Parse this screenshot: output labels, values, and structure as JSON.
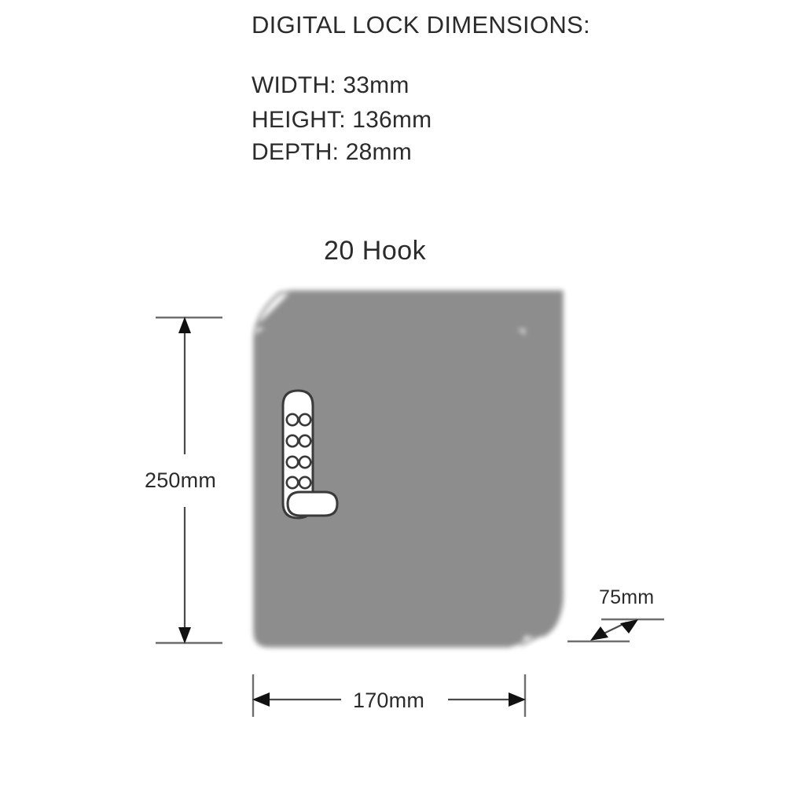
{
  "heading": {
    "title": "DIGITAL LOCK DIMENSIONS:"
  },
  "lock_specs": {
    "width_label": "WIDTH: 33mm",
    "height_label": "HEIGHT: 136mm",
    "depth_label": "DEPTH: 28mm"
  },
  "product": {
    "title": "20 Hook"
  },
  "cabinet_dimensions": {
    "height_label": "250mm",
    "width_label": "170mm",
    "depth_label": "75mm"
  },
  "icons": {
    "cabinet": "key-cabinet-icon",
    "keypad": "digital-keypad-icon",
    "handle": "lock-handle-icon"
  },
  "colors": {
    "outline": "#1a1a1a",
    "text": "#2b2b2b",
    "dimension_line": "#4a4a4a",
    "background": "#ffffff"
  }
}
